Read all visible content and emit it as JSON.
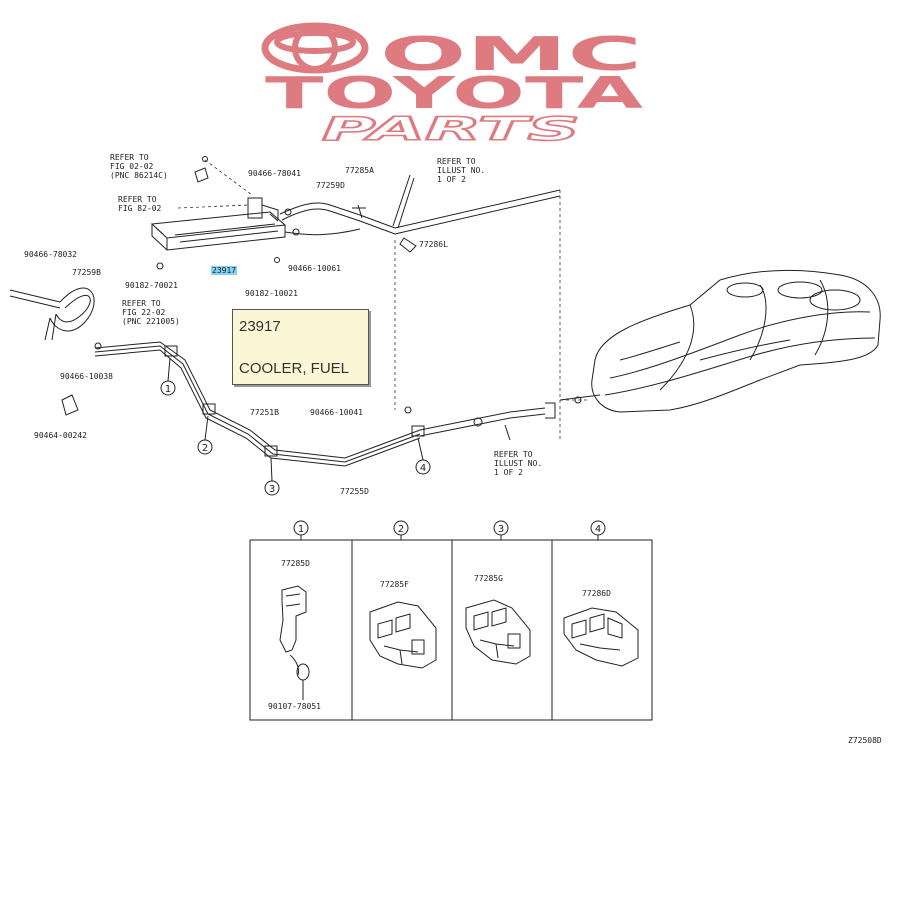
{
  "logo": {
    "line1": "OMC",
    "line2": "TOYOTA",
    "line3": "PARTS",
    "color": "#d9646a"
  },
  "callout": {
    "part_number": "23917",
    "part_name": "COOLER, FUEL"
  },
  "labels": {
    "refer_fig_02_02": "REFER TO\nFIG 02-02\n(PNC 86214C)",
    "refer_fig_82_02": "REFER TO\nFIG 82-02",
    "refer_fig_22_02": "REFER TO\nFIG 22-02\n(PNC 221005)",
    "refer_illust_top": "REFER TO\nILLUST NO.\n1 OF 2",
    "refer_illust_bottom": "REFER TO\nILLUST NO.\n1 OF 2",
    "p90466_78041": "90466-78041",
    "p77285a": "77285A",
    "p77259d": "77259D",
    "p77286l": "77286L",
    "p90466_78032": "90466-78032",
    "p77259b": "77259B",
    "p23917": "23917",
    "p90466_10061a": "90466-10061",
    "p90182_70021": "90182-70021",
    "p90182_10021": "90182-10021",
    "p90466_10038": "90466-10038",
    "p90464_00242": "90464-00242",
    "p77251b": "77251B",
    "p90466_10041": "90466-10041",
    "p77255d": "77255D",
    "p77285d": "77285D",
    "p77285f": "77285F",
    "p77285g": "77285G",
    "p77286d": "77286D",
    "p90107_78051": "90107-78051",
    "illustration_id": "Z72508D"
  },
  "markers": [
    "1",
    "2",
    "3",
    "4"
  ],
  "detail_markers": [
    "1",
    "2",
    "3",
    "4"
  ]
}
